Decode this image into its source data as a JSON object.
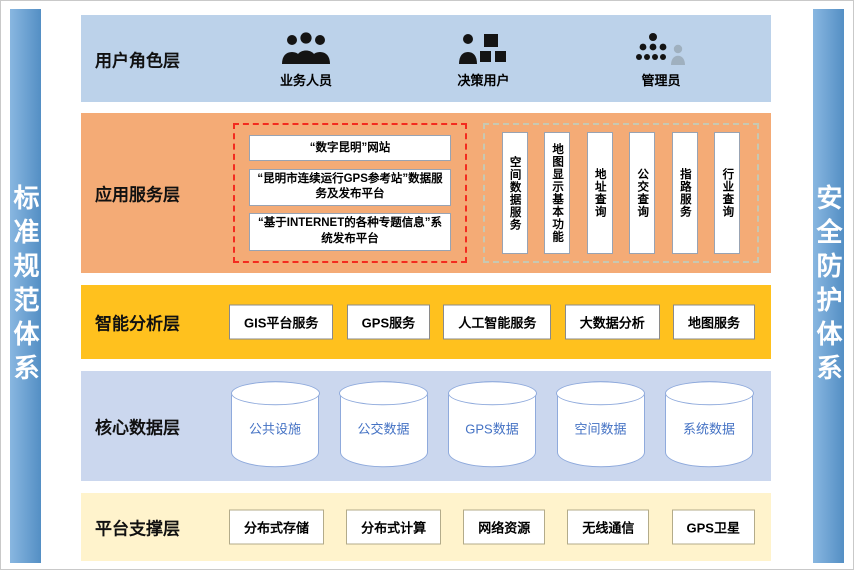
{
  "frame": {
    "left_bar": "标准规范体系",
    "right_bar": "安全防护体系"
  },
  "layers": {
    "user_roles": {
      "title": "用户角色层",
      "roles": [
        {
          "label": "业务人员",
          "icon": "business-staff-icon"
        },
        {
          "label": "决策用户",
          "icon": "decision-user-icon"
        },
        {
          "label": "管理员",
          "icon": "admin-icon"
        }
      ]
    },
    "application": {
      "title": "应用服务层",
      "platforms": [
        "“数字昆明”网站",
        "“昆明市连续运行GPS参考站”数据服务及发布平台",
        "“基于INTERNET的各种专题信息”系统发布平台"
      ],
      "services": [
        "空间数据服务",
        "地图显示基本功能",
        "地址查询",
        "公交查询",
        "指路服务",
        "行业查询"
      ]
    },
    "analysis": {
      "title": "智能分析层",
      "items": [
        "GIS平台服务",
        "GPS服务",
        "人工智能服务",
        "大数据分析",
        "地图服务"
      ]
    },
    "core_data": {
      "title": "核心数据层",
      "items": [
        "公共设施",
        "公交数据",
        "GPS数据",
        "空间数据",
        "系统数据"
      ]
    },
    "platform": {
      "title": "平台支撑层",
      "items": [
        "分布式存储",
        "分布式计算",
        "网络资源",
        "无线通信",
        "GPS卫星"
      ]
    }
  },
  "colors": {
    "side_bar": "#5B9BD5",
    "user_layer_bg": "#BCD2EA",
    "application_layer_bg": "#F4AB76",
    "analysis_layer_bg": "#FFC11E",
    "core_data_layer_bg": "#CBD7EE",
    "platform_layer_bg": "#FFF3CC",
    "red_dashed": "#F32B1F",
    "cylinder_text": "#4472C4"
  }
}
